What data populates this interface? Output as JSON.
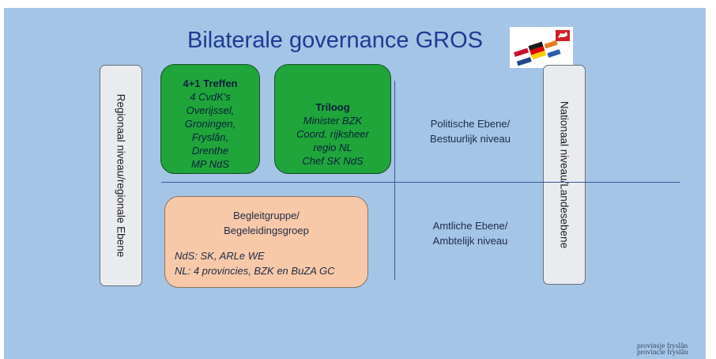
{
  "slide": {
    "title": "Bilaterale governance GROS",
    "left_axis_label": "Regionaal niveau/regionale Ebene",
    "right_axis_label": "Nationaal niveau/Landesebene",
    "treffen": {
      "heading": "4+1 Treffen",
      "lines": [
        "4 CvdK's",
        "Overijssel,",
        "Groningen,",
        "Fryslân,",
        "Drenthe",
        "MP NdS"
      ]
    },
    "triloog": {
      "heading": "Triloog",
      "lines": [
        "Minister BZK",
        "Coord. rijksheer",
        "regio NL",
        "Chef SK NdS"
      ]
    },
    "begleitgruppe": {
      "heading_line1": "Begleitgruppe/",
      "heading_line2": "Begeleidingsgroep",
      "line1": "NdS: SK, ARLe WE",
      "line2": "NL: 4 provincies, BZK en BuZA GC"
    },
    "political_level": {
      "line1": "Politische Ebene/",
      "line2": "Bestuurlijk niveau"
    },
    "official_level": {
      "line1": "Amtliche Ebene/",
      "line2": "Ambtelijk niveau"
    },
    "footer_logo": {
      "line1": "provinsje fryslân",
      "line2": "provincie fryslân"
    }
  },
  "colors": {
    "background": "#a5c5e6",
    "title": "#1f3a93",
    "green_box": "#1fa53a",
    "peach_box": "#f7c9a8",
    "side_box": "#e9ebef",
    "divider": "#3a55a5"
  },
  "icons": {
    "logo": "flags-nl-nds-logo"
  }
}
